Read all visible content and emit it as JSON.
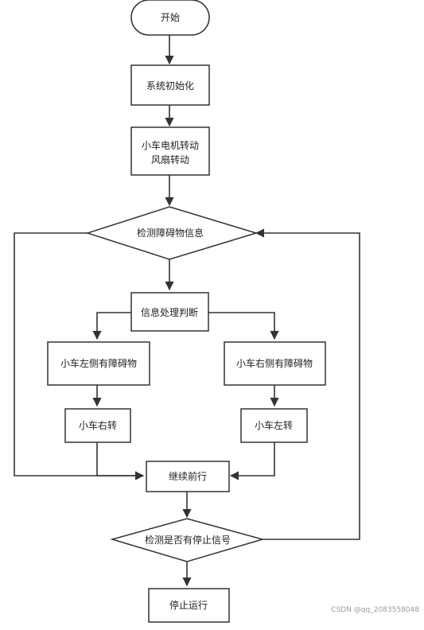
{
  "nodes": {
    "start": "开始",
    "init": "系统初始化",
    "motor_line1": "小车电机转动",
    "motor_line2": "风扇转动",
    "detect_obstacle": "检测障碍物信息",
    "process_info": "信息处理判断",
    "left_obstacle": "小车左侧有障碍物",
    "right_obstacle": "小车右侧有障碍物",
    "turn_right": "小车右转",
    "turn_left": "小车左转",
    "continue_forward": "继续前行",
    "detect_stop": "检测是否有停止信号",
    "stop": "停止运行"
  },
  "watermark": "CSDN @qq_2083558048",
  "colors": {
    "stroke": "#333333",
    "text": "#222222",
    "background": "#ffffff"
  }
}
